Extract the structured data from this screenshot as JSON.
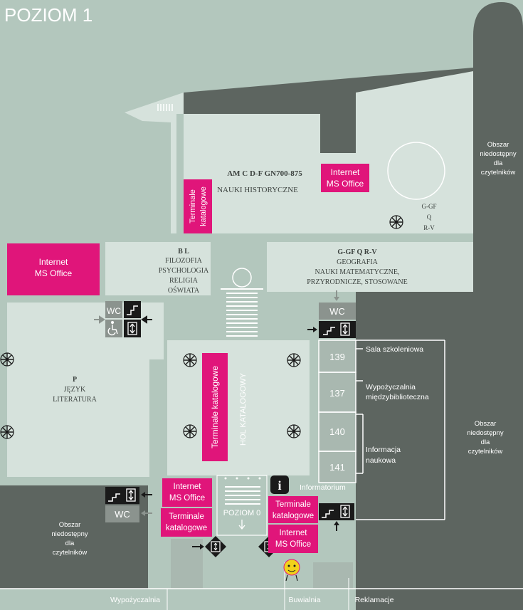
{
  "title": "POZIOM 1",
  "colors": {
    "outer": "#b3c7bd",
    "room": "#d6e2dc",
    "dark": "#5d6560",
    "magenta": "#e0157a",
    "black": "#1a1a1a",
    "grey_room": "#a9b8b0"
  },
  "rooms": {
    "upper": {
      "code": "AM C D-F GN700-875",
      "name": "NAUKI HISTORYCZNE"
    },
    "philosophy": {
      "code": "B L",
      "lines": [
        "FILOZOFIA",
        "PSYCHOLOGIA",
        "RELIGIA",
        "OŚWIATA"
      ]
    },
    "geography": {
      "code": "G-GF  Q  R-V",
      "lines": [
        "GEOGRAFIA",
        "NAUKI MATEMATYCZNE,",
        "PRZYRODNICZE, STOSOWANE"
      ]
    },
    "language": {
      "code": "P",
      "lines": [
        "JĘZYK",
        "LITERATURA"
      ]
    },
    "round": {
      "lines": [
        "G-GF",
        "Q",
        "R-V"
      ]
    }
  },
  "labels": {
    "internet": "Internet",
    "ms_office": "MS Office",
    "terminale": "Terminale",
    "katalogowe": "katalogowe",
    "terminale_katalogowe": "Terminale katalogowe",
    "wc": "WC",
    "hol": "HOL KATALOGOWY",
    "poziom0": "POZIOM 0",
    "informatorium": "Informatorium",
    "info_icon": "i",
    "wypozyczalnia": "Wypożyczalnia",
    "buwialnia": "Buwialnia",
    "reklamacje": "Reklamacje"
  },
  "restricted": [
    "Obszar",
    "niedostępny",
    "dla",
    "czytelników"
  ],
  "room_numbers": [
    {
      "number": "139",
      "lines": [
        "Sala szkoleniowa"
      ]
    },
    {
      "number": "137",
      "lines": [
        "Wypożyczalnia",
        "międzybiblioteczna"
      ]
    },
    {
      "number": "140",
      "lines": [
        "Informacja",
        "naukowa"
      ]
    },
    {
      "number": "141",
      "lines": []
    }
  ],
  "icons": [
    "stairs-icon",
    "elevator-icon",
    "wheelchair-icon",
    "spiral-stairs-icon",
    "arrow-icon",
    "info-icon",
    "mascot-icon"
  ]
}
